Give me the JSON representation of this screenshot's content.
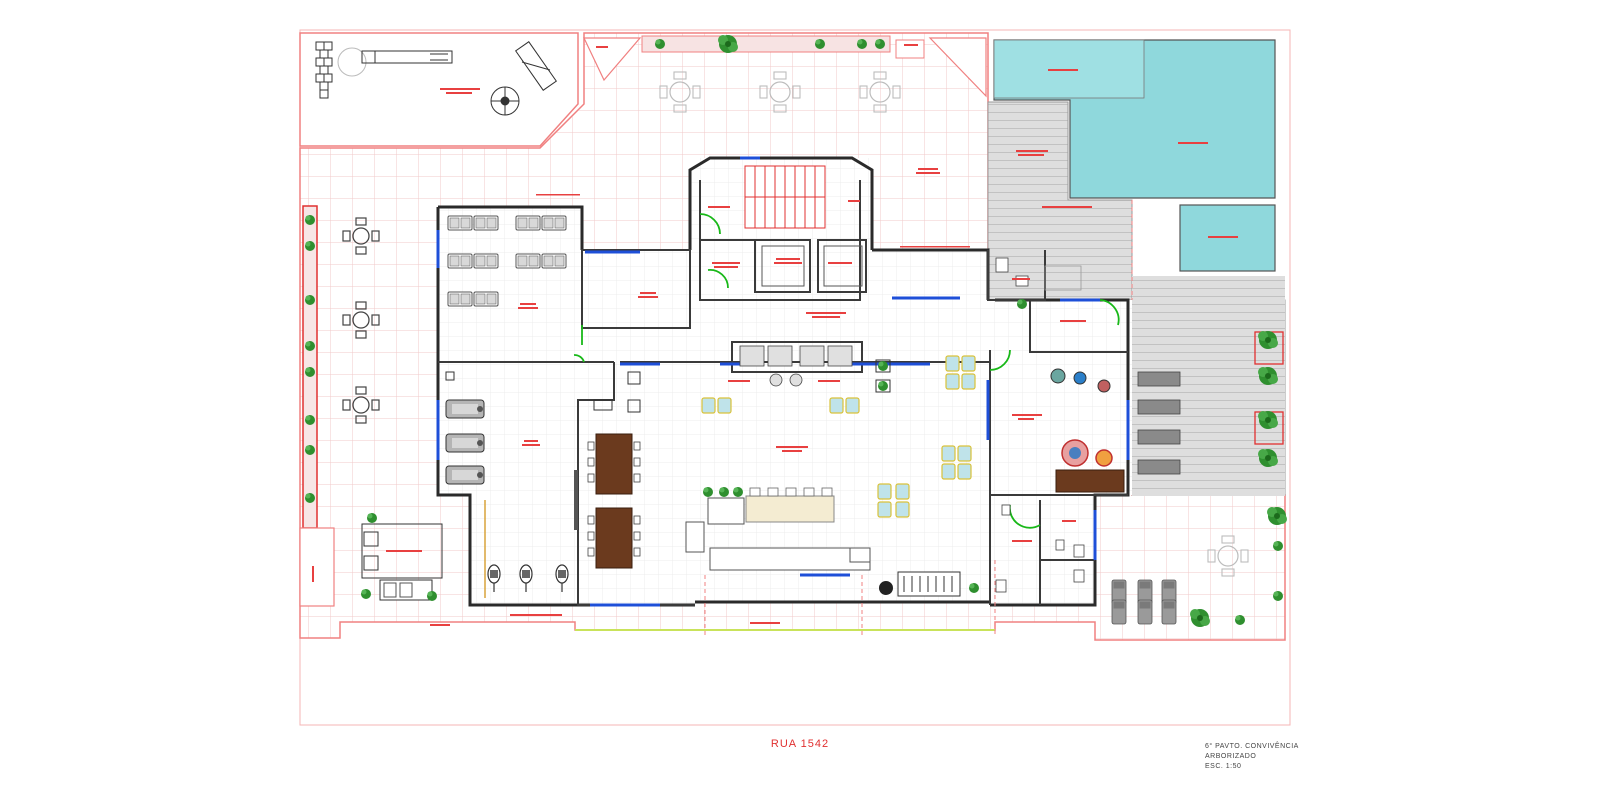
{
  "street_label": "RUA 1542",
  "title_block": {
    "line1": "6° PAVTO. CONVIVÊNCIA",
    "line2": "ARBORIZADO",
    "line3": "ESC. 1:50"
  },
  "colors": {
    "wall": "#2a2a2a",
    "outline": "#f08080",
    "grid": "#f3c9c9",
    "pool": "#8fd8dc",
    "deck": "#cfcfcf",
    "window": "#1e4fd8",
    "door": "#18b818",
    "furniture": "#8a8a8a",
    "table_wood": "#6b3a1e",
    "cushion": "#bfe3ea",
    "plant": "#2f8f2f",
    "label": "#e02020"
  }
}
